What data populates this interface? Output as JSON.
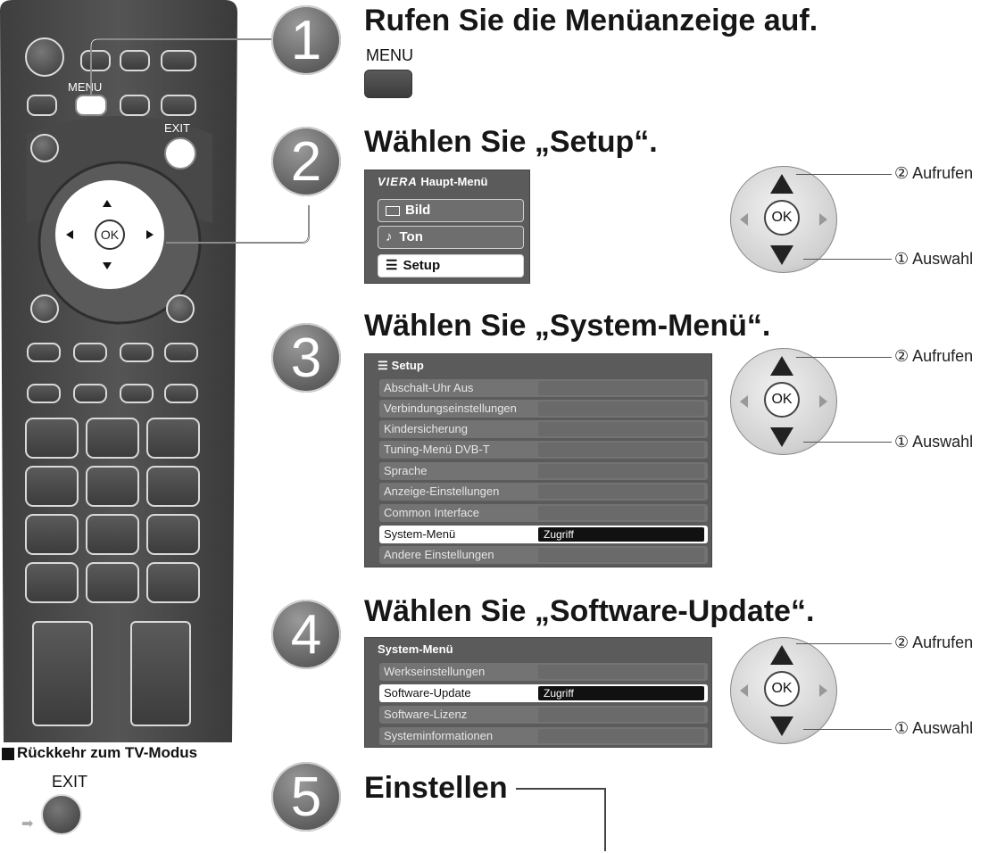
{
  "remote": {
    "menu_label": "MENU",
    "exit_label": "EXIT",
    "ok_label": "OK",
    "return_label": "Rückkehr zum TV-Modus",
    "exit_button_label": "EXIT"
  },
  "steps": [
    {
      "number": "1",
      "title": "Rufen Sie die Menüanzeige auf.",
      "button_label": "MENU"
    },
    {
      "number": "2",
      "title": "Wählen Sie „Setup“."
    },
    {
      "number": "3",
      "title": "Wählen Sie „System-Menü“."
    },
    {
      "number": "4",
      "title": "Wählen Sie „Software-Update“."
    },
    {
      "number": "5",
      "title": "Einstellen"
    }
  ],
  "main_menu": {
    "brand": "VIERA",
    "title": "Haupt-Menü",
    "items": [
      "Bild",
      "Ton",
      "Setup"
    ],
    "selected": "Setup"
  },
  "setup_menu": {
    "title": "Setup",
    "items": [
      {
        "label": "Abschalt-Uhr Aus",
        "value": ""
      },
      {
        "label": "Verbindungseinstellungen",
        "value": ""
      },
      {
        "label": "Kindersicherung",
        "value": ""
      },
      {
        "label": "Tuning-Menü DVB-T",
        "value": ""
      },
      {
        "label": "Sprache",
        "value": ""
      },
      {
        "label": "Anzeige-Einstellungen",
        "value": ""
      },
      {
        "label": "Common Interface",
        "value": ""
      },
      {
        "label": "System-Menü",
        "value": "Zugriff"
      },
      {
        "label": "Andere Einstellungen",
        "value": ""
      }
    ]
  },
  "system_menu": {
    "title": "System-Menü",
    "items": [
      {
        "label": "Werkseinstellungen",
        "value": ""
      },
      {
        "label": "Software-Update",
        "value": "Zugriff"
      },
      {
        "label": "Software-Lizenz",
        "value": ""
      },
      {
        "label": "Systeminformationen",
        "value": ""
      }
    ]
  },
  "pad": {
    "ok_label": "OK",
    "enter_label": "② Aufrufen",
    "select_label": "① Auswahl"
  },
  "colors": {
    "remote_body": "#4a4a4a",
    "menu_bg": "#5b5b5b",
    "highlight": "#ffffff",
    "value_highlight": "#111111"
  }
}
